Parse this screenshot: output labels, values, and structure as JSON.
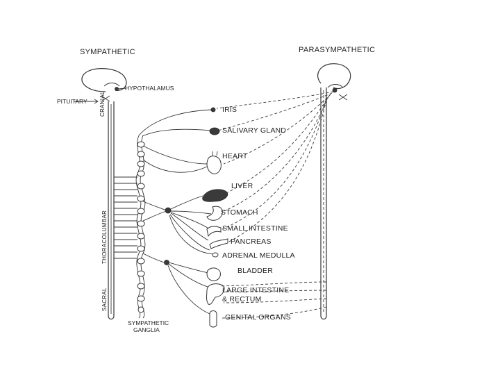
{
  "headings": {
    "sympathetic": "SYMPATHETIC",
    "parasympathetic": "PARASYMPATHETIC"
  },
  "labels": {
    "hypothalamus": "HYPOTHALAMUS",
    "pituitary": "PITUITARY",
    "cranial": "CRANIAL",
    "thoracolumbar": "THORACOLUMBAR",
    "sacral": "SACRAL",
    "ganglia_line1": "SYMPATHETIC",
    "ganglia_line2": "GANGLIA"
  },
  "organs": [
    "IRIS",
    "SALIVARY GLAND",
    "HEART",
    "LIVER",
    "STOMACH",
    "SMALL INTESTINE",
    "PANCREAS",
    "ADRENAL MEDULLA",
    "BLADDER",
    "LARGE INTESTINE",
    "& RECTUM",
    "GENITAL ORGANS"
  ]
}
